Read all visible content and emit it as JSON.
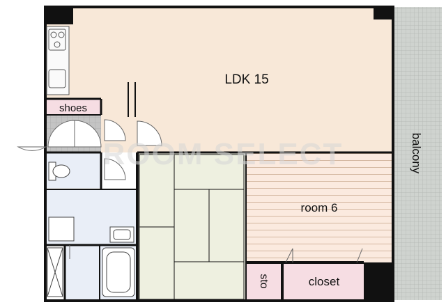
{
  "rooms": {
    "ldk": {
      "label": "LDK 15"
    },
    "room": {
      "label": "room 6"
    },
    "shoes": {
      "label": "shoes"
    },
    "storage": {
      "label": "sto"
    },
    "closet": {
      "label": "closet"
    },
    "balcony": {
      "label": "balcony"
    }
  },
  "watermark": "ROOM SELECT",
  "colors": {
    "ldk_floor": "#f8e8d8",
    "tatami": "#eef0e0",
    "wet_area": "#e9eef7",
    "storage_pink": "#f6dde3",
    "balcony": "#cfd3cf",
    "wall": "#111111",
    "hallway_tile": "#bdbdbd"
  }
}
